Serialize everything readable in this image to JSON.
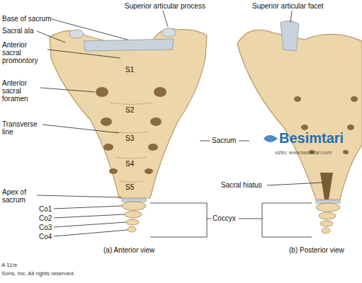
{
  "diagram": {
    "labels": [
      "Superior articular process",
      "Superior articular facet",
      "Base of sacrum",
      "Sacral ala",
      "Anterior sacral promontory",
      "Anterior sacral foramen",
      "Transverse line",
      "S1",
      "S2",
      "S3",
      "S4",
      "S5",
      "Apex of sacrum",
      "Co1",
      "Co2",
      "Co3",
      "Co4",
      "Coccyx",
      "Sacrum",
      "Sacral hiatus",
      "(a) Anterior view",
      "(b) Posterior view",
      "A 11/e",
      "Sons, Inc. All rights reserved.",
      "Besimtari",
      "vizito: www.besimtari.com"
    ]
  }
}
